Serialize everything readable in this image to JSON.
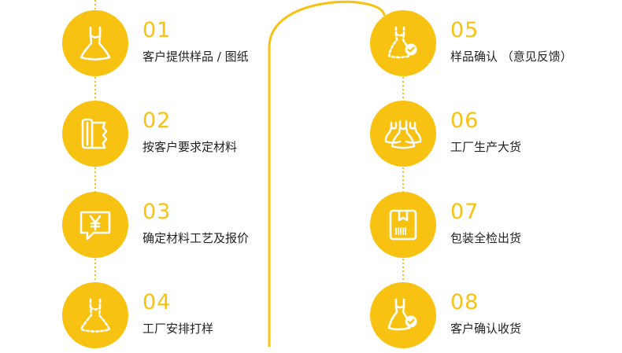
{
  "colors": {
    "accent": "#f7c211",
    "label": "#222222",
    "background": "#ffffff"
  },
  "steps": [
    {
      "number": "01",
      "label": "客户提供样品 / 图纸",
      "icon": "dress-icon"
    },
    {
      "number": "02",
      "label": "按客户要求定材料",
      "icon": "fabric-swatch-icon"
    },
    {
      "number": "03",
      "label": "确定材料工艺及报价",
      "icon": "yen-quote-icon"
    },
    {
      "number": "04",
      "label": "工厂安排打样",
      "icon": "dress-sample-icon"
    },
    {
      "number": "05",
      "label": "样品确认 （意见反馈）",
      "icon": "dress-check-icon"
    },
    {
      "number": "06",
      "label": "工厂生产大货",
      "icon": "multiple-dresses-icon"
    },
    {
      "number": "07",
      "label": "包装全检出货",
      "icon": "package-box-icon"
    },
    {
      "number": "08",
      "label": "客户确认收货",
      "icon": "dress-received-icon"
    }
  ]
}
